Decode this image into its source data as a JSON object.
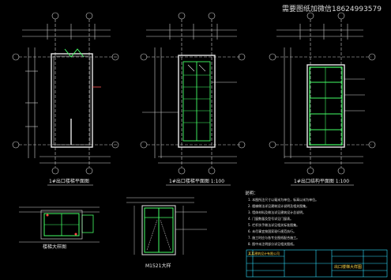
{
  "watermark": "需要图纸加微信18624993579",
  "titles": {
    "plan_left": "1#出口楼梯平面图",
    "plan_mid": "1#出口楼梯平面图 1:100",
    "plan_right": "1#出口结构平面图 1:100",
    "detail_a": "楼梯大样图",
    "detail_b": "M1521大样"
  },
  "notes_heading": "说明：",
  "notes": [
    "1. 本图所注尺寸以毫米为单位，标高以米为单位。",
    "2. 楼梯做法详见建筑设计说明及相关图集。",
    "3. 墙体材料及做法详见建筑设计总说明。",
    "4. 门窗数量及型号详见门窗表。",
    "5. 栏杆扶手做法详见相关标准图集。",
    "6. 未尽事宜按国家现行规范执行。",
    "7. 施工时应与各专业图纸配合施工。",
    "8. 图中未注明部分详见相关图纸。"
  ],
  "title_block": {
    "company": "某某建筑设计有限公司",
    "drawing_name": "出口楼梯大样图"
  }
}
